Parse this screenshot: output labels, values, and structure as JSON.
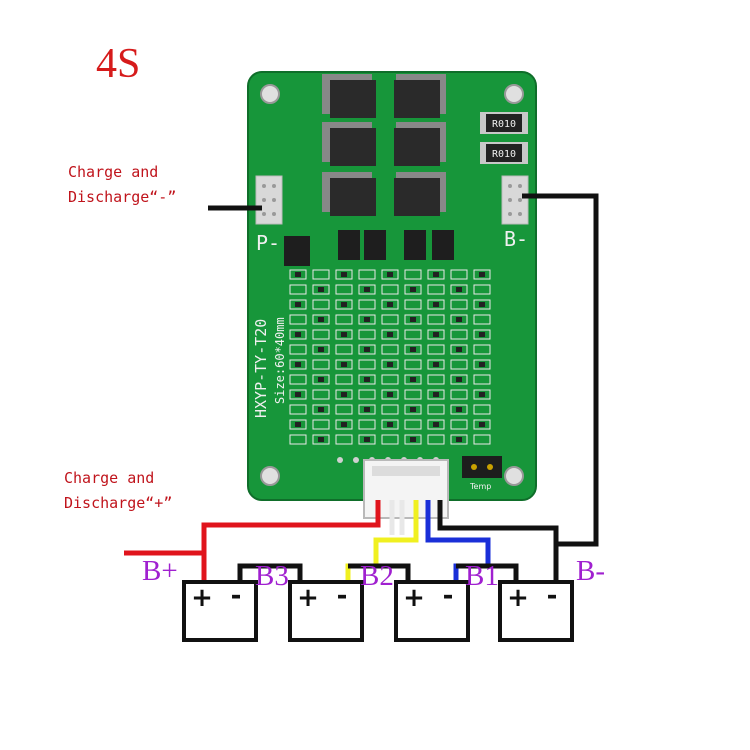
{
  "title": "4S",
  "notes": {
    "minus_line1": "Charge and",
    "minus_line2": "Discharge“-”",
    "plus_line1": "Charge and",
    "plus_line2": "Discharge“+”"
  },
  "labels": {
    "b_plus": "B+",
    "b3": "B3",
    "b2": "B2",
    "b1": "B1",
    "b_minus": "B-"
  },
  "board": {
    "p_minus": "P-",
    "b_minus": "B-",
    "model": "HXYP-TY-T20",
    "size": "Size:60*40mm",
    "resistor_1": "R010",
    "resistor_2": "R010",
    "temp": "Temp"
  },
  "battery": {
    "plus_sign": "+",
    "minus_sign": "-"
  },
  "colors": {
    "board_green": "#17963a",
    "wire_red": "#e0141c",
    "wire_black": "#111111",
    "wire_yellow": "#f0f020",
    "wire_blue": "#1a2fd8",
    "wire_white": "#e8e8e8",
    "label_purple": "#a020d0"
  }
}
